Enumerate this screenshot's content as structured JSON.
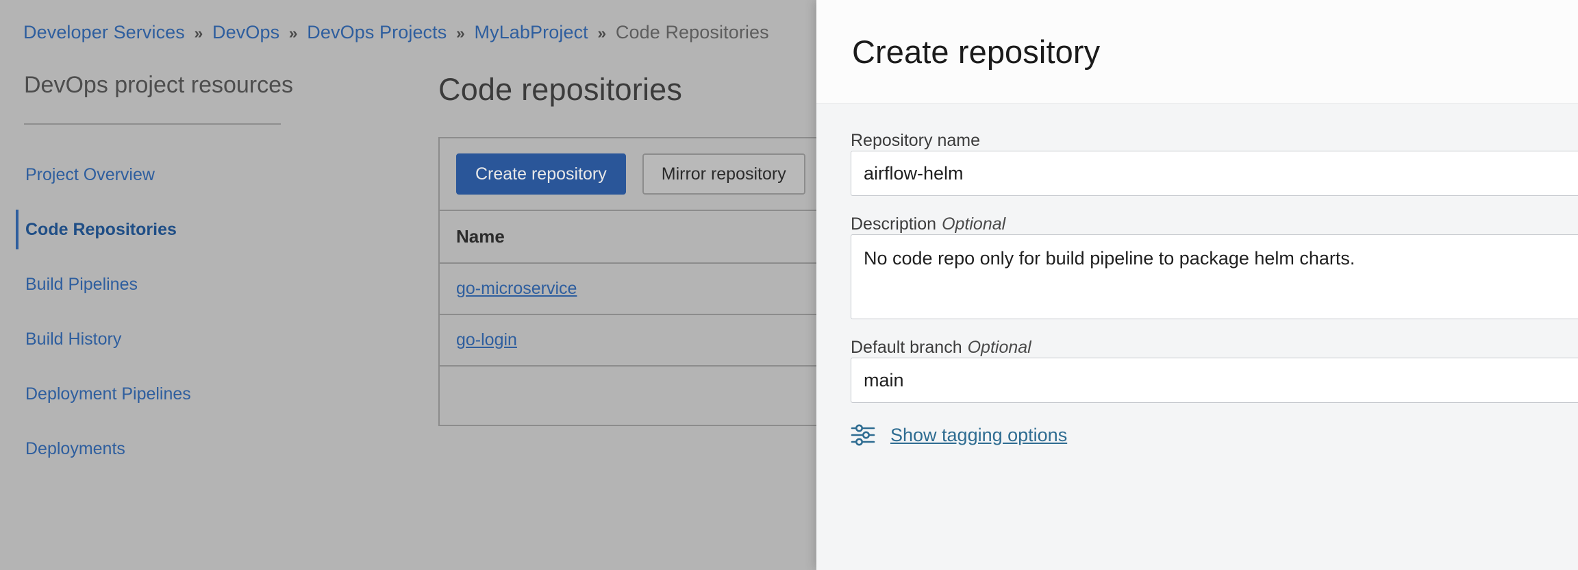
{
  "breadcrumb": {
    "separator": "»",
    "items": [
      {
        "label": "Developer Services",
        "current": false
      },
      {
        "label": "DevOps",
        "current": false
      },
      {
        "label": "DevOps Projects",
        "current": false
      },
      {
        "label": "MyLabProject",
        "current": false
      },
      {
        "label": "Code Repositories",
        "current": true
      }
    ]
  },
  "sidebar": {
    "title": "DevOps project resources",
    "items": [
      {
        "label": "Project Overview",
        "active": false
      },
      {
        "label": "Code Repositories",
        "active": true
      },
      {
        "label": "Build Pipelines",
        "active": false
      },
      {
        "label": "Build History",
        "active": false
      },
      {
        "label": "Deployment Pipelines",
        "active": false
      },
      {
        "label": "Deployments",
        "active": false
      }
    ]
  },
  "main": {
    "page_title": "Code repositories",
    "toolbar": {
      "create_label": "Create repository",
      "mirror_label": "Mirror repository"
    },
    "table": {
      "columns": [
        "Name"
      ],
      "rows": [
        {
          "name": "go-microservice"
        },
        {
          "name": "go-login"
        }
      ]
    }
  },
  "panel": {
    "title": "Create repository",
    "fields": {
      "repository_name": {
        "label": "Repository name",
        "optional": "",
        "value": "airflow-helm",
        "placeholder": ""
      },
      "description": {
        "label": "Description",
        "optional": "Optional",
        "value": "No code repo only for build pipeline to package helm charts.",
        "placeholder": ""
      },
      "default_branch": {
        "label": "Default branch",
        "optional": "Optional",
        "value": "main",
        "placeholder": ""
      }
    },
    "tagging": {
      "icon": "sliders-icon",
      "link_label": "Show tagging options"
    }
  },
  "colors": {
    "accent_blue": "#2a5699",
    "link_blue": "#2e5e9e",
    "tagging_link": "#2e6c91",
    "overlay_gray": "#b4b4b4",
    "panel_body": "#f4f5f6",
    "panel_header": "#fcfcfc"
  }
}
